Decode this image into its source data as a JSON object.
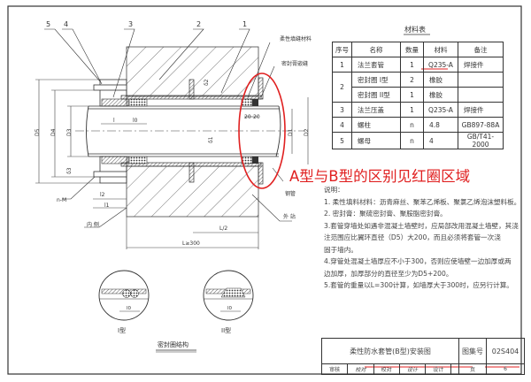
{
  "drawing": {
    "callouts": [
      "5",
      "4",
      "3",
      "2",
      "1"
    ],
    "labels": {
      "flexible_filler": "柔性填缝材料",
      "sealant_joint": "密封膏嵌缝",
      "steel_pipe": "钢管",
      "outer_side": "外 站",
      "inner_side": "内 侧",
      "bolt": "n-M",
      "d5": "D5",
      "d4": "D4",
      "d3": "D3",
      "d1": "D1",
      "d2": "D2",
      "l": "l",
      "l0": "l0",
      "l1": "l1",
      "l2": "l2",
      "delta3": "δ3",
      "delta2": "δ2",
      "delta1": "δ1",
      "dim20a": "20",
      "dim20b": "20",
      "l_half": "L/2",
      "l_total": "L≥300"
    },
    "details": {
      "type1_label": "I型",
      "type2_label": "II型",
      "type1_dim": "l0",
      "type2_dim": "l0",
      "title": "密封圈结构"
    },
    "highlight_color": "#e02020"
  },
  "annotation": "A型与B型的区别见红圈区域",
  "materials": {
    "title": "材料表",
    "headers": [
      "序号",
      "名称",
      "数量",
      "材料",
      "备注"
    ],
    "rows": [
      {
        "no": "1",
        "name": "法兰套管",
        "qty": "1",
        "material": "Q235-A",
        "note": "焊接件"
      },
      {
        "no": "2",
        "name": "密封圈 I型",
        "qty": "2",
        "material": "橡胶",
        "note": ""
      },
      {
        "no": "",
        "name": "密封圈 II型",
        "qty": "1",
        "material": "橡胶",
        "note": ""
      },
      {
        "no": "3",
        "name": "法兰压盖",
        "qty": "1",
        "material": "Q235-A",
        "note": "焊接件"
      },
      {
        "no": "4",
        "name": "螺柱",
        "qty": "n",
        "material": "4.8",
        "note": "GB897-88A"
      },
      {
        "no": "5",
        "name": "螺母",
        "qty": "n",
        "material": "4",
        "note": "GB/T41-2000"
      }
    ]
  },
  "notes": {
    "title": "说明：",
    "items": [
      "1. 柔性填料材料：沥青麻丝、聚苯乙烯板、聚氯乙烯泡沫塑料板。",
      "2. 密封膏：聚硫密封膏、聚胺脂密封膏。",
      "3.套管穿墙处如遇非混凝土墙壁时，应局部改用混凝土墙壁，其浇",
      "   注范围应比翼环直径（D5）大200，而且必须将套管一次浇",
      "   固于墙内。",
      "4.穿管处混凝土墙厚应不小于300，否则应使墙壁一边加厚或两",
      "   边加厚，加厚部分的直径至少为D5+200。",
      "5.套管的重量以L=300计算，如墙厚大于300时，应另行计算。"
    ]
  },
  "title_block": {
    "title": "柔性防水套管(B型)安装图",
    "atlas_label": "图集号",
    "atlas_no": "02S404",
    "review_label": "审核",
    "review_sign": "校对",
    "check_label": "校对",
    "check_sign": "设计",
    "design_label": "设计",
    "page_label": "页",
    "page_no": "6"
  }
}
